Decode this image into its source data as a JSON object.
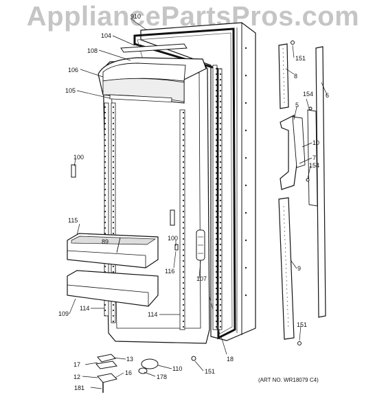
{
  "watermark": "AppliancePartsPros.com",
  "art_number": "(ART NO. WR18079 C4)",
  "callouts": [
    {
      "id": "910",
      "label": "910"
    },
    {
      "id": "104",
      "label": "104"
    },
    {
      "id": "108",
      "label": "108"
    },
    {
      "id": "106",
      "label": "106"
    },
    {
      "id": "105",
      "label": "105"
    },
    {
      "id": "100a",
      "label": "100"
    },
    {
      "id": "115",
      "label": "115"
    },
    {
      "id": "89",
      "label": "89"
    },
    {
      "id": "100b",
      "label": "100"
    },
    {
      "id": "116",
      "label": "116"
    },
    {
      "id": "107",
      "label": "107"
    },
    {
      "id": "109",
      "label": "109"
    },
    {
      "id": "114a",
      "label": "114"
    },
    {
      "id": "114b",
      "label": "114"
    },
    {
      "id": "18",
      "label": "18"
    },
    {
      "id": "151a",
      "label": "151"
    },
    {
      "id": "8",
      "label": "8"
    },
    {
      "id": "154a",
      "label": "154"
    },
    {
      "id": "6",
      "label": "6"
    },
    {
      "id": "5",
      "label": "5"
    },
    {
      "id": "10",
      "label": "10"
    },
    {
      "id": "7",
      "label": "7"
    },
    {
      "id": "154b",
      "label": "154"
    },
    {
      "id": "9",
      "label": "9"
    },
    {
      "id": "151b",
      "label": "151"
    },
    {
      "id": "17",
      "label": "17"
    },
    {
      "id": "13",
      "label": "13"
    },
    {
      "id": "12",
      "label": "12"
    },
    {
      "id": "16",
      "label": "16"
    },
    {
      "id": "181",
      "label": "181"
    },
    {
      "id": "178",
      "label": "178"
    },
    {
      "id": "110",
      "label": "110"
    },
    {
      "id": "151c",
      "label": "151"
    }
  ]
}
